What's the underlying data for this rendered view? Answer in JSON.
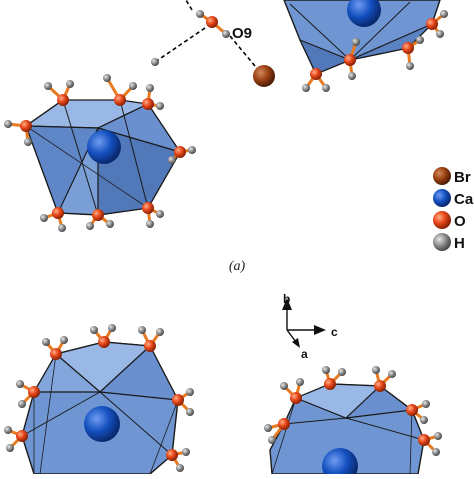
{
  "figure": {
    "panel_a_label": "(a)",
    "atom_label": "O9",
    "legend": [
      {
        "element": "Br",
        "color": "#9a3f12"
      },
      {
        "element": "Ca",
        "color": "#1450c0"
      },
      {
        "element": "O",
        "color": "#e8481a"
      },
      {
        "element": "H",
        "color": "#8c8c8c"
      }
    ],
    "axes": {
      "b": "b",
      "c": "c",
      "a": "a"
    },
    "colors": {
      "polyhedron_fill": "#5b86c9",
      "bond": "#e87a20",
      "hbond": "#000000"
    }
  }
}
